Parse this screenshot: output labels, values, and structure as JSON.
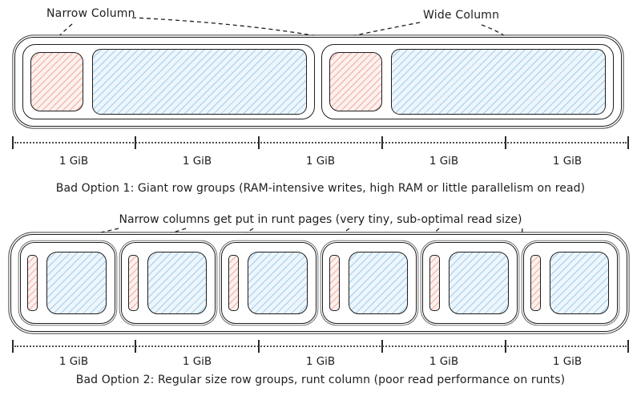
{
  "top_diagram": {
    "narrow_column_label": "Narrow Column",
    "wide_column_label": "Wide Column",
    "row_group_count": 2,
    "ruler_labels": [
      "1 GiB",
      "1 GiB",
      "1 GiB",
      "1 GiB",
      "1 GiB"
    ],
    "caption": "Bad Option 1: Giant row groups (RAM-intensive writes, high RAM or little parallelism on read)"
  },
  "bottom_diagram": {
    "runt_note": "Narrow columns get put in runt pages (very tiny, sub-optimal read size)",
    "row_group_count": 6,
    "ruler_labels": [
      "1 GiB",
      "1 GiB",
      "1 GiB",
      "1 GiB",
      "1 GiB"
    ],
    "caption": "Bad Option 2: Regular size row groups, runt column (poor read performance on runts)"
  },
  "colors": {
    "stroke": "#1e1e1e",
    "narrow_column_fill": "#fdf1ee",
    "narrow_column_hatch": "#e4a79d",
    "wide_column_fill": "#eef6fc",
    "wide_column_hatch": "#8fc4e8"
  }
}
